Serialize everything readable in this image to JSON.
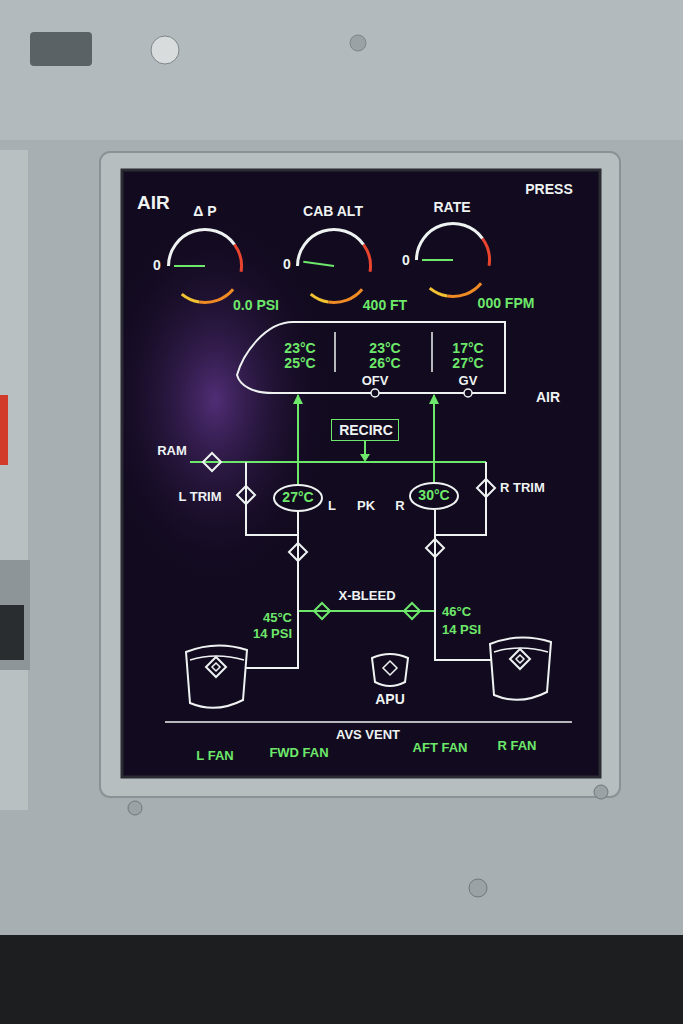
{
  "diagram": {
    "title": "AIR",
    "nodes": [
      {
        "text": [
          "Δ P",
          "0",
          "0.0 PSI"
        ]
      },
      {
        "text": [
          "CAB ALT",
          "0",
          "400 FT"
        ]
      },
      {
        "text": [
          "RATE",
          "0",
          "000 FPM"
        ]
      },
      {
        "text": [
          "23°C 25°C",
          "23°C 26°C",
          "17°C 27°C"
        ]
      },
      {
        "text": [
          "RECIRC"
        ]
      },
      {
        "text": [
          "27°C"
        ]
      },
      {
        "text": [
          "30°C"
        ]
      },
      {
        "text": [
          "APU"
        ]
      }
    ],
    "edges": [
      {
        "from": 5,
        "to": 3,
        "arrow": "to"
      },
      {
        "from": 6,
        "to": 3,
        "arrow": "to"
      }
    ],
    "labels": [
      "PRESS",
      "AIR",
      "OFV",
      "GV",
      "RAM",
      "L TRIM",
      "R TRIM",
      "L",
      "PK",
      "R",
      "X-BLEED",
      "45°C",
      "14 PSI",
      "46°C",
      "14 PSI",
      "AVS VENT",
      "L FAN",
      "FWD FAN",
      "AFT FAN",
      "R FAN"
    ]
  }
}
